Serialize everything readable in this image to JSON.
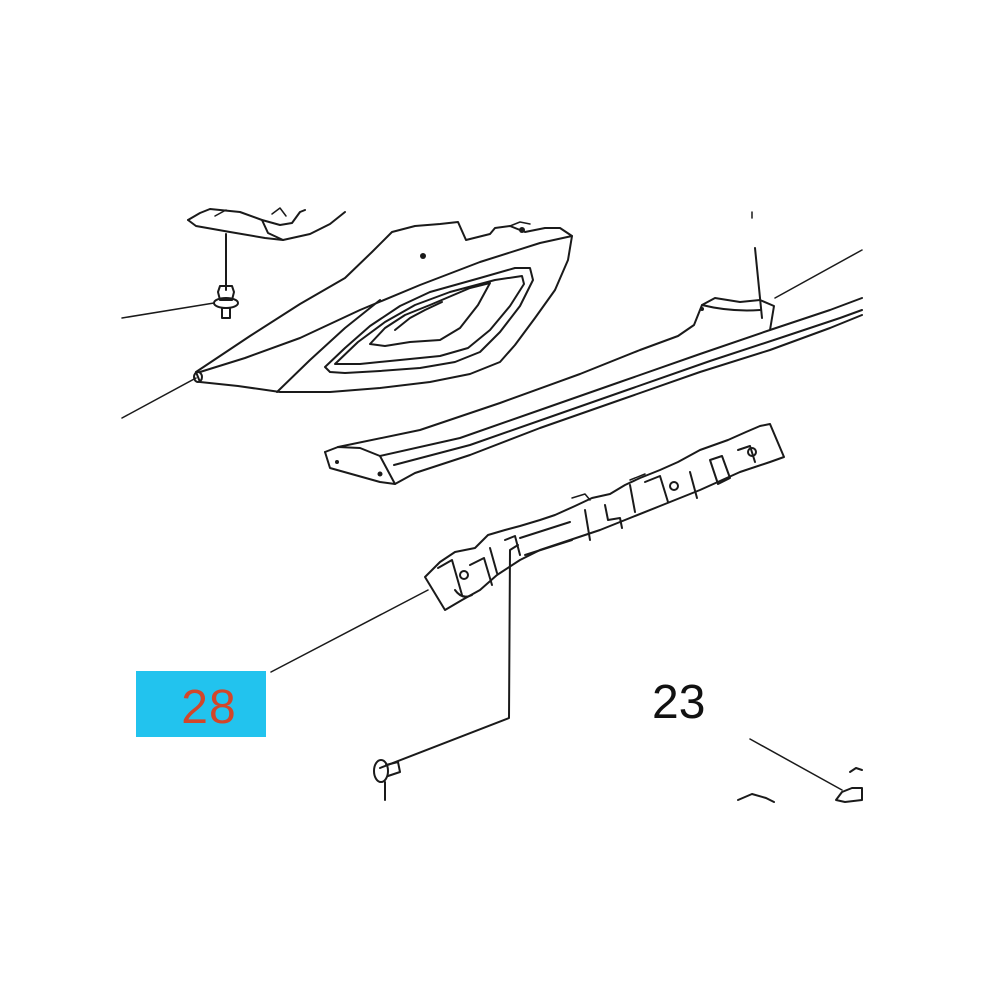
{
  "diagram": {
    "type": "exploded-parts-diagram",
    "callouts": [
      {
        "id": "28",
        "label": "28",
        "highlighted": true,
        "box_color": "#22c3ee",
        "text_color": "#d2462a",
        "points_to": "bumper bracket"
      },
      {
        "id": "23",
        "label": "23",
        "highlighted": false,
        "text_color": "#111111",
        "points_to": "clip/fastener"
      }
    ],
    "parts": [
      "upper fascia trim",
      "fog lamp bezel / grille insert",
      "nut fastener",
      "bumper fascia lower edge",
      "bumper bracket",
      "screw",
      "clip"
    ]
  }
}
